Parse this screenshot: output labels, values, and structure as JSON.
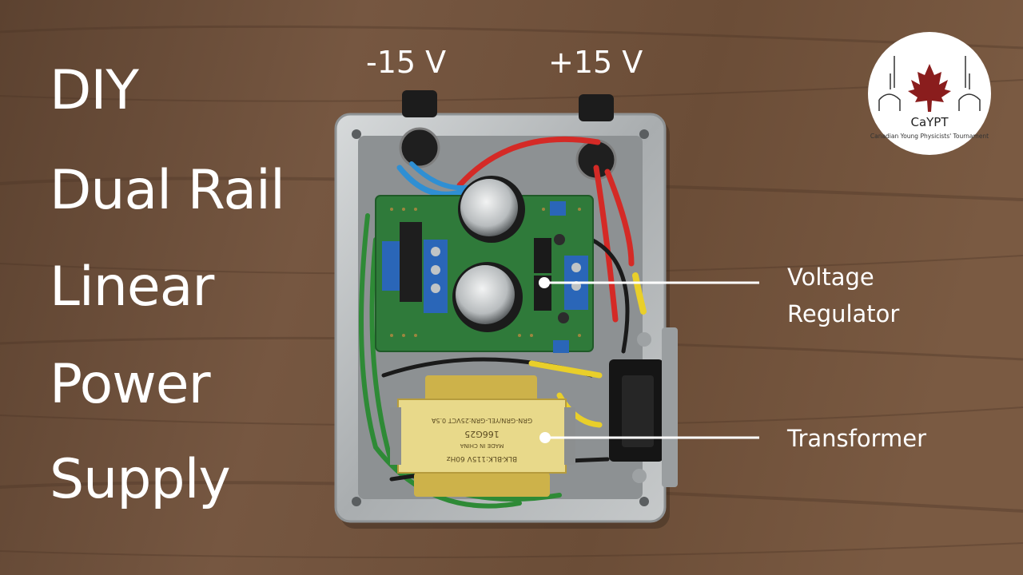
{
  "title": {
    "line1": "DIY",
    "line2": "Dual Rail",
    "line3": "Linear",
    "line4": "Power",
    "line5": "Supply"
  },
  "terminals": {
    "negative": "-15 V",
    "positive": "+15 V"
  },
  "callouts": {
    "voltage_regulator": {
      "line1": "Voltage",
      "line2": "Regulator"
    },
    "transformer": "Transformer"
  },
  "logo": {
    "name": "CaYPT",
    "tagline": "Canadian Young Physicists' Tournament"
  },
  "transformer_label": {
    "part_number": "166G25",
    "wiring": "GRN-GRN/YEL-GRN:25VCT 0.5A",
    "primary": "BLK-BLK:115V 60Hz",
    "origin": "MADE IN CHINA"
  },
  "colors": {
    "wood": "#6a4e38",
    "enclosure": "#b9bdbf",
    "pcb": "#2f7a3a",
    "transformer_wrap": "#e8d98a",
    "text": "#ffffff"
  }
}
